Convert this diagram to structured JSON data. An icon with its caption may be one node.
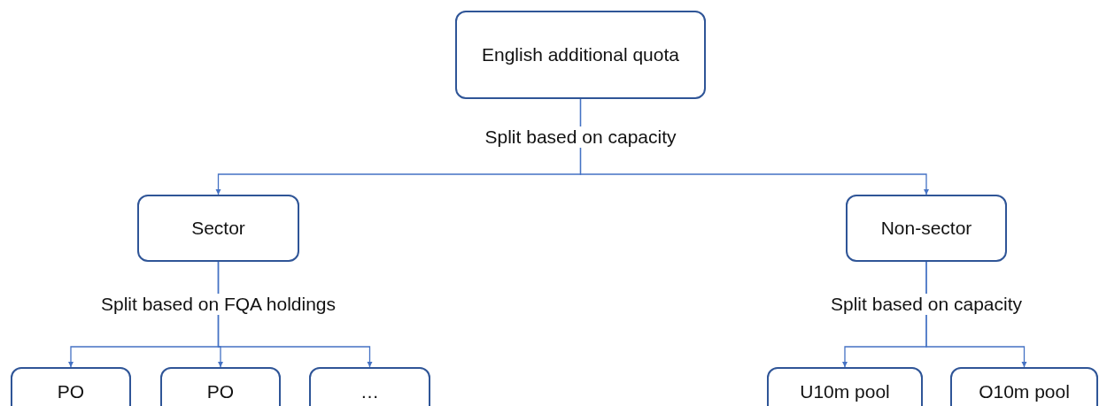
{
  "diagram": {
    "nodes": [
      {
        "text": [
          "English additional quota"
        ]
      },
      {
        "text": [
          "Sector"
        ]
      },
      {
        "text": [
          "Non-sector"
        ]
      },
      {
        "text": [
          "PO"
        ]
      },
      {
        "text": [
          "PO"
        ]
      },
      {
        "text": [
          "…"
        ]
      },
      {
        "text": [
          "U10m pool"
        ]
      },
      {
        "text": [
          "O10m pool"
        ]
      }
    ],
    "edges": [
      {
        "from": 0,
        "to": 1,
        "arrow": "to",
        "label": "Split based on capacity"
      },
      {
        "from": 0,
        "to": 2,
        "arrow": "to"
      },
      {
        "from": 1,
        "to": 3,
        "arrow": "to",
        "label": "Split based on FQA holdings"
      },
      {
        "from": 1,
        "to": 4,
        "arrow": "to"
      },
      {
        "from": 1,
        "to": 5,
        "arrow": "to"
      },
      {
        "from": 2,
        "to": 6,
        "arrow": "to",
        "label": "Split based on capacity"
      },
      {
        "from": 2,
        "to": 7,
        "arrow": "to"
      }
    ]
  }
}
